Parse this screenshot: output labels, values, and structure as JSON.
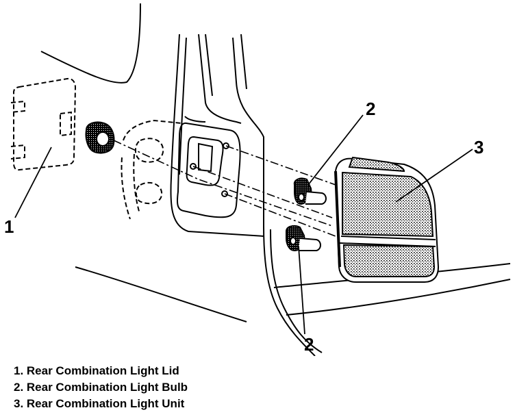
{
  "callouts": {
    "lid": "1",
    "bulb_upper": "2",
    "bulb_lower": "2",
    "unit": "3"
  },
  "legend": [
    "1. Rear Combination Light Lid",
    "2. Rear Combination Light Bulb",
    "3. Rear Combination Light Unit"
  ]
}
